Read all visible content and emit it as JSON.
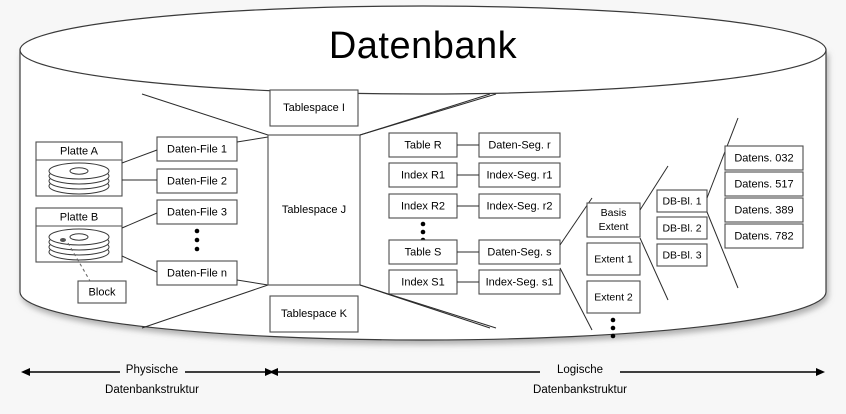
{
  "diagram": {
    "title": "Datenbank",
    "physical": {
      "disks": [
        {
          "id": "platte-a",
          "label": "Platte A"
        },
        {
          "id": "platte-b",
          "label": "Platte B"
        }
      ],
      "block_label": "Block",
      "datafiles": [
        {
          "label": "Daten-File 1"
        },
        {
          "label": "Daten-File 2"
        },
        {
          "label": "Daten-File 3"
        },
        {
          "label": "Daten-File n"
        }
      ],
      "datafiles_ellipsis": "⋮"
    },
    "tablespaces": [
      {
        "label": "Tablespace I"
      },
      {
        "label": "Tablespace J"
      },
      {
        "label": "Tablespace K"
      }
    ],
    "objects": [
      {
        "label": "Table R"
      },
      {
        "label": "Index R1"
      },
      {
        "label": "Index R2"
      },
      {
        "label": "Table S"
      },
      {
        "label": "Index S1"
      }
    ],
    "segments": [
      {
        "label": "Daten-Seg. r"
      },
      {
        "label": "Index-Seg. r1"
      },
      {
        "label": "Index-Seg. r2"
      },
      {
        "label": "Daten-Seg. s"
      },
      {
        "label": "Index-Seg. s1"
      }
    ],
    "extents": [
      {
        "label_line1": "Basis",
        "label_line2": "Extent"
      },
      {
        "label_line1": "Extent 1",
        "label_line2": ""
      },
      {
        "label_line1": "Extent 2",
        "label_line2": ""
      }
    ],
    "db_blocks": [
      {
        "label": "DB-Bl. 1"
      },
      {
        "label": "DB-Bl. 2"
      },
      {
        "label": "DB-Bl. 3"
      }
    ],
    "records": [
      {
        "label": "Datens. 032"
      },
      {
        "label": "Datens. 517"
      },
      {
        "label": "Datens. 389"
      },
      {
        "label": "Datens. 782"
      }
    ],
    "axes": [
      {
        "line1": "Physische",
        "line2": "Datenbankstruktur"
      },
      {
        "line1": "Logische",
        "line2": "Datenbankstruktur"
      }
    ],
    "colors": {
      "background": "#f7f7f7",
      "box_fill": "#ffffff",
      "box_stroke": "#4d4d4d",
      "line": "#2b2b2b",
      "text": "#000000"
    }
  }
}
